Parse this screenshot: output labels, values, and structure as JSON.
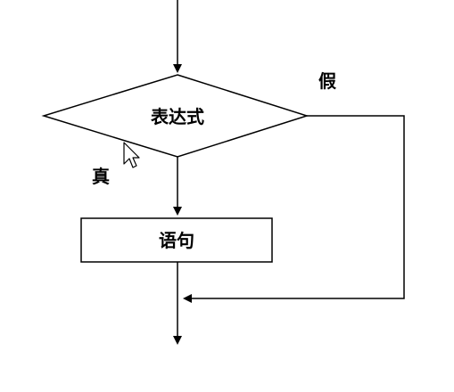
{
  "diagram": {
    "type": "flowchart",
    "nodes": [
      {
        "id": "condition",
        "shape": "diamond",
        "label": "表达式"
      },
      {
        "id": "statement",
        "shape": "rectangle",
        "label": "语句"
      }
    ],
    "edges": [
      {
        "from": "entry",
        "to": "condition",
        "label": ""
      },
      {
        "from": "condition",
        "to": "statement",
        "label": "真"
      },
      {
        "from": "condition",
        "to": "merge",
        "label": "假"
      },
      {
        "from": "statement",
        "to": "merge",
        "label": ""
      },
      {
        "from": "merge",
        "to": "exit",
        "label": ""
      }
    ]
  },
  "labels": {
    "condition": "表达式",
    "statement": "语句",
    "true_branch": "真",
    "false_branch": "假"
  },
  "icons": {
    "cursor": "mouse-pointer-icon"
  },
  "colors": {
    "stroke": "#000000",
    "background": "#ffffff"
  }
}
